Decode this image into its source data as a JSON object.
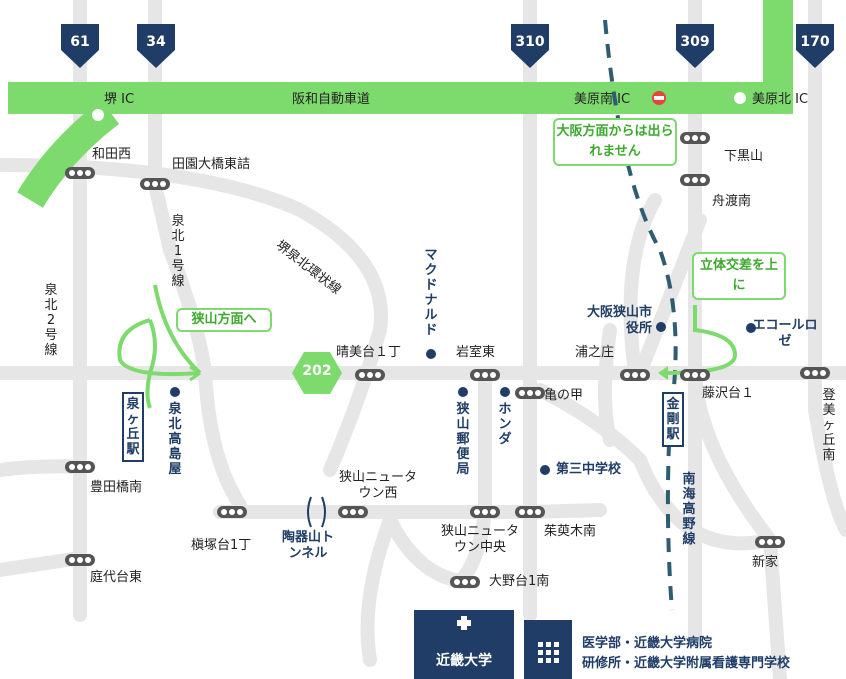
{
  "expressway": {
    "name": "阪和自動車道"
  },
  "routes": [
    "61",
    "34",
    "310",
    "309",
    "170"
  ],
  "interchanges": {
    "sakai": "堺 IC",
    "mihara_minami": "美原南 IC",
    "mihara_kita": "美原北 IC"
  },
  "callouts": {
    "no_exit": "大阪方面からは出られません",
    "sayama": "狭山方面へ",
    "overpass": "立体交差を上に"
  },
  "route_202": "202",
  "intersections": {
    "wadanishi": "和田西",
    "denen": "田園大橋東詰",
    "shimokuroyama": "下黒山",
    "funatominami": "舟渡南",
    "harumidai": "晴美台１丁",
    "iwamuroHigashi": "岩室東",
    "uranosho": "浦之庄",
    "fujisawadai": "藤沢台１",
    "kamenoko": "亀の甲",
    "toyodabashi": "豊田橋南",
    "makizukadai": "槇塚台1丁",
    "sayamaNewTownWest": "狭山ニュータウン西",
    "sayamaNewTownCenter": "狭山ニュータウン中央",
    "mogusakinan": "茱萸木南",
    "onodai": "大野台1南",
    "teidaidai": "庭代台東",
    "shinke": "新家",
    "tomigaoka": "登美ヶ丘南"
  },
  "roads": {
    "loop": "堺泉北環状線",
    "senboku1": "泉北1号線",
    "senboku2": "泉北2号線",
    "nankai": "南海高野線"
  },
  "stations": {
    "izumigaoka": "泉ヶ丘駅",
    "kongo": "金剛駅"
  },
  "landmarks": {
    "mcdonalds": "マクドナルド",
    "cityhall": "大阪狭山市役所",
    "ecole": "エコールロゼ",
    "takashimaya": "泉北高島屋",
    "postoffice": "狭山郵便局",
    "honda": "ホンダ",
    "school": "第三中学校",
    "tunnel": "陶器山トンネル"
  },
  "campus": {
    "main": "近畿大学",
    "sub1": "医学部・近畿大学病院",
    "sub2": "研修所・近畿大学附属看護専門学校"
  },
  "colors": {
    "road": "#e6e6e6",
    "expressway": "#7dda6c",
    "navy": "#1f3d66",
    "railway": "#2e5c70",
    "text_green": "#3daa2e"
  }
}
